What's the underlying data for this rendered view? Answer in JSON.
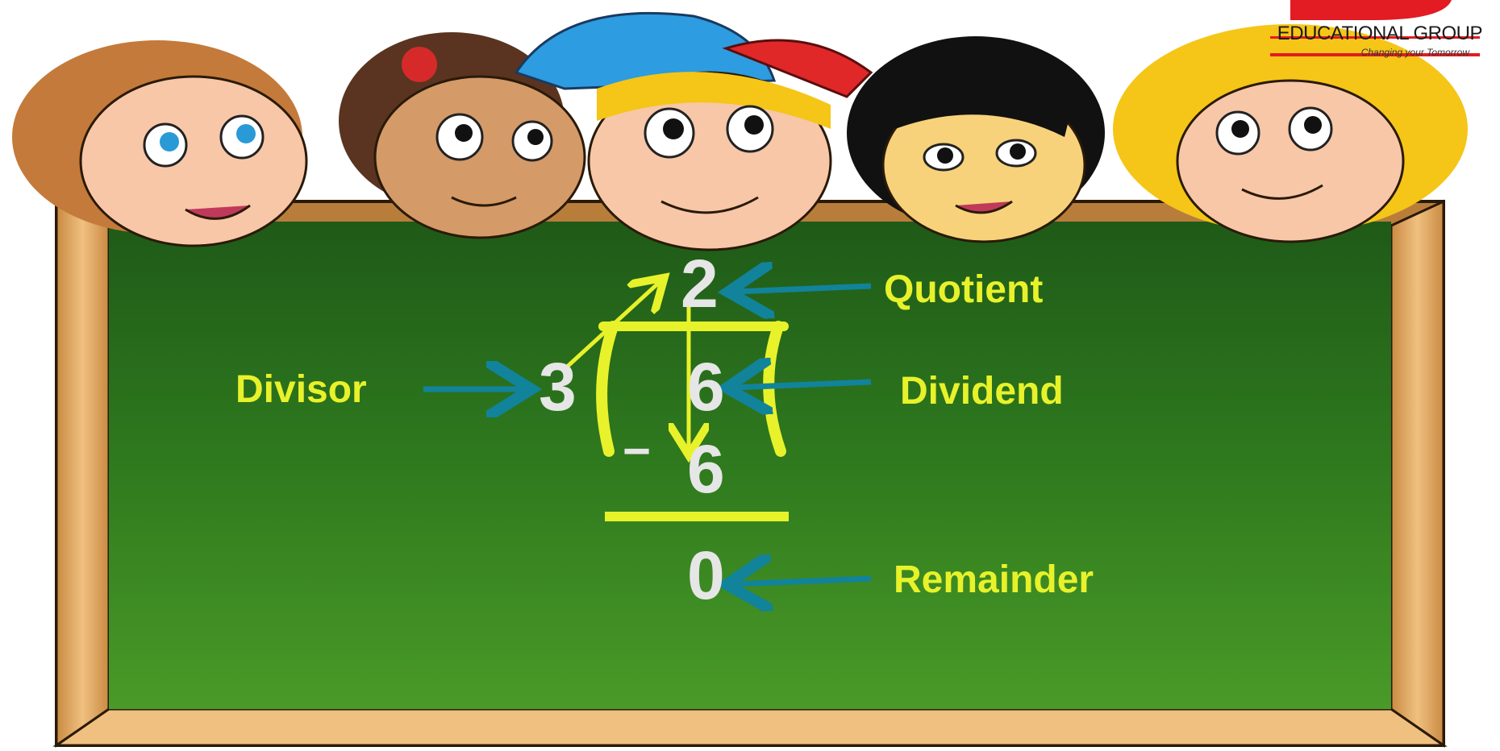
{
  "logo": {
    "name": "EDUCATIONAL GROUP",
    "tagline": "Changing your Tomorrow"
  },
  "division": {
    "quotient": "2",
    "divisor": "3",
    "dividend": "6",
    "subtrahend": "6",
    "minus": "−",
    "remainder": "0"
  },
  "labels": {
    "quotient": "Quotient",
    "divisor": "Divisor",
    "dividend": "Dividend",
    "remainder": "Remainder"
  },
  "colors": {
    "board": "#3a8a22",
    "frame": "#e3a85e",
    "label": "#e8f22a",
    "digit": "#e6e6e6",
    "pointer_arrow": "#11839b",
    "logo_red": "#e31b23"
  }
}
